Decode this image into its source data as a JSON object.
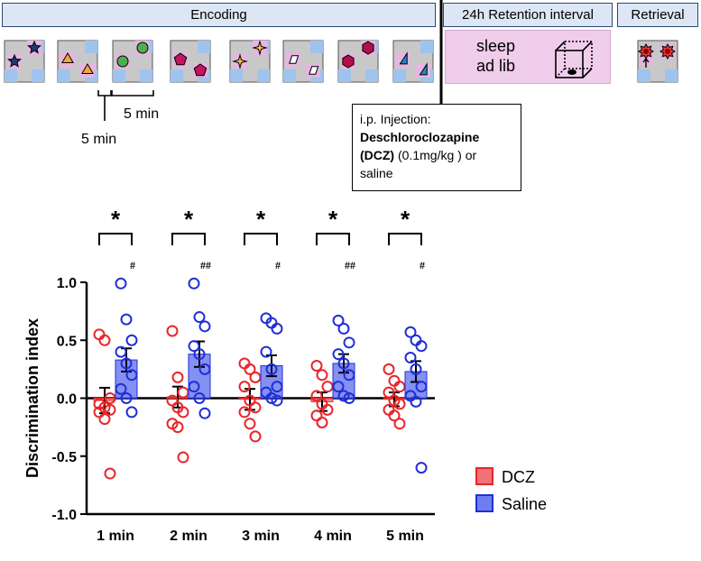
{
  "schematic": {
    "encoding_label": "Encoding",
    "retention_label": "24h Retention interval",
    "retrieval_label": "Retrieval",
    "sleep_line1": "sleep",
    "sleep_line2": "ad lib",
    "gap_label": "5 min",
    "duration_label": "5 min",
    "injection": {
      "line1": "i.p. Injection:",
      "drug_bold": "Deschloroclozapine (DCZ)",
      "dose": " (0.1mg/kg ) or",
      "alt": "saline"
    },
    "encoding_objects": [
      {
        "shape": "star",
        "color": "#1f3b6e"
      },
      {
        "shape": "triangle",
        "color": "#f4a53a"
      },
      {
        "shape": "circle",
        "color": "#4caf50"
      },
      {
        "shape": "pentagon",
        "color": "#c2185b"
      },
      {
        "shape": "sparkle",
        "color": "#f4c542"
      },
      {
        "shape": "parallelogram",
        "color": "#ffffff"
      },
      {
        "shape": "hexagon",
        "color": "#b0104a"
      },
      {
        "shape": "right-triangle",
        "color": "#1e88c8"
      }
    ],
    "retrieval_objects": [
      {
        "shape": "sun",
        "color": "#e53935"
      },
      {
        "shape": "sun",
        "color": "#e53935"
      }
    ]
  },
  "chart_data": {
    "type": "bar",
    "ylabel": "Discrimination index",
    "ylim": [
      -1.0,
      1.0
    ],
    "yticks": [
      "-1.0",
      "-0.5",
      "0.0",
      "0.5",
      "1.0"
    ],
    "categories": [
      "1 min",
      "2 min",
      "3 min",
      "4 min",
      "5 min"
    ],
    "legend_position": "bottom-right",
    "series": [
      {
        "name": "DCZ",
        "color": "#e8262a",
        "fill": "#ef7377",
        "means": [
          -0.02,
          0.01,
          -0.01,
          -0.03,
          -0.01
        ],
        "sem": [
          0.11,
          0.09,
          0.09,
          0.08,
          0.06
        ],
        "points": [
          [
            0.55,
            0.5,
            0.0,
            -0.05,
            -0.08,
            -0.1,
            -0.12,
            -0.18,
            -0.65
          ],
          [
            0.58,
            0.18,
            0.05,
            -0.02,
            -0.08,
            -0.12,
            -0.22,
            -0.25,
            -0.51
          ],
          [
            0.3,
            0.25,
            0.18,
            0.1,
            -0.02,
            -0.08,
            -0.12,
            -0.22,
            -0.33
          ],
          [
            0.28,
            0.2,
            0.1,
            0.02,
            -0.05,
            -0.1,
            -0.15,
            -0.21
          ],
          [
            0.25,
            0.15,
            0.1,
            0.05,
            -0.02,
            -0.05,
            -0.1,
            -0.15,
            -0.22
          ]
        ]
      },
      {
        "name": "Saline",
        "color": "#1f2fd6",
        "fill": "#6f7df0",
        "means": [
          0.33,
          0.38,
          0.28,
          0.3,
          0.23
        ],
        "sem": [
          0.1,
          0.11,
          0.09,
          0.08,
          0.09
        ],
        "points": [
          [
            0.99,
            0.68,
            0.5,
            0.4,
            0.3,
            0.2,
            0.08,
            0.0,
            -0.12
          ],
          [
            0.99,
            0.7,
            0.62,
            0.45,
            0.38,
            0.25,
            0.1,
            0.0,
            -0.13
          ],
          [
            0.69,
            0.65,
            0.6,
            0.4,
            0.25,
            0.1,
            0.05,
            0.0,
            -0.02
          ],
          [
            0.67,
            0.6,
            0.48,
            0.38,
            0.3,
            0.2,
            0.1,
            0.02,
            0.0
          ],
          [
            0.57,
            0.5,
            0.45,
            0.35,
            0.25,
            0.1,
            0.02,
            -0.03,
            -0.6
          ]
        ]
      }
    ],
    "between_group_annotations": [
      "*",
      "*",
      "*",
      "*",
      "*"
    ],
    "saline_annotations": [
      "#",
      "##",
      "#",
      "##",
      "#"
    ]
  }
}
